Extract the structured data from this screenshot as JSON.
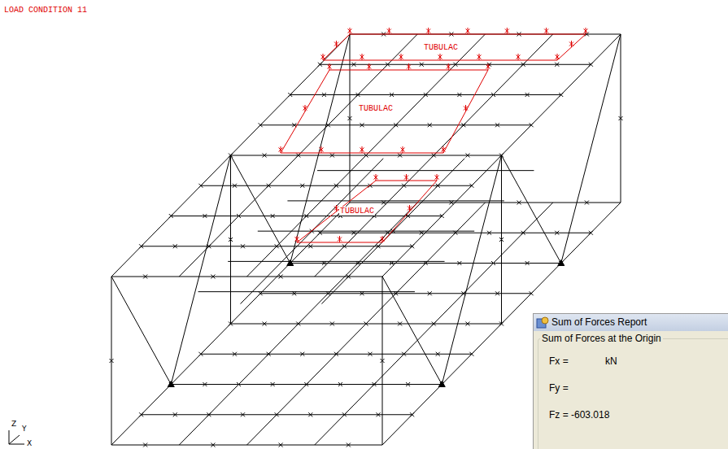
{
  "diagram": {
    "nodes": [
      {
        "text": [
          "TUBULAC"
        ]
      },
      {
        "text": [
          "TUBULAC"
        ]
      },
      {
        "text": [
          "TUBULAC"
        ]
      },
      {
        "text": [
          "Sum of Forces Report"
        ]
      },
      {
        "text": [
          "Sum of Forces at the Origin",
          "Fx =",
          "kN",
          "Fy =",
          "Fz = -603.018"
        ],
        "in": 3
      }
    ],
    "labels": [
      "LOAD CONDITION 11",
      "Z",
      "Y",
      "X"
    ]
  }
}
